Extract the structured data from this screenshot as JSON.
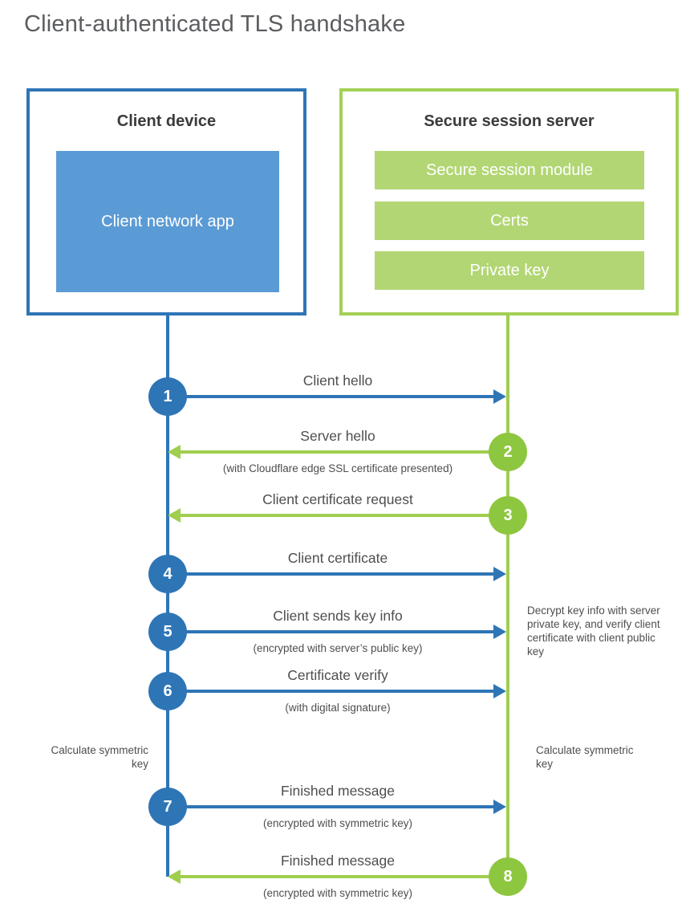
{
  "title": "Client-authenticated TLS handshake",
  "colors": {
    "blue_dark": "#2E75B6",
    "blue_light": "#5B9BD5",
    "green_circle": "#8DC63F",
    "green_line": "#A0CE4E",
    "green_fill": "#B2D674",
    "green_border": "#A3D155",
    "label_text": "#4D4E50",
    "heading_text": "#3B3B3D",
    "title_text": "#5B5D60"
  },
  "client_box": {
    "title": "Client device",
    "inner_label": "Client network app"
  },
  "server_box": {
    "title": "Secure session server",
    "modules": [
      "Secure session module",
      "Certs",
      "Private key"
    ]
  },
  "steps": [
    {
      "num": "1",
      "label": "Client hello",
      "sub": "",
      "direction": "client-to-server",
      "color": "blue"
    },
    {
      "num": "2",
      "label": "Server hello",
      "sub": "(with Cloudflare edge SSL certificate presented)",
      "direction": "server-to-client",
      "color": "green"
    },
    {
      "num": "3",
      "label": "Client certificate request",
      "sub": "",
      "direction": "server-to-client",
      "color": "green"
    },
    {
      "num": "4",
      "label": "Client certificate",
      "sub": "",
      "direction": "client-to-server",
      "color": "blue"
    },
    {
      "num": "5",
      "label": "Client sends key info",
      "sub": "(encrypted with server’s public key)",
      "direction": "client-to-server",
      "color": "blue"
    },
    {
      "num": "6",
      "label": "Certificate verify",
      "sub": "(with digital signature)",
      "direction": "client-to-server",
      "color": "blue"
    },
    {
      "num": "7",
      "label": "Finished message",
      "sub": "(encrypted with symmetric key)",
      "direction": "client-to-server",
      "color": "blue"
    },
    {
      "num": "8",
      "label": "Finished message",
      "sub": "(encrypted with symmetric key)",
      "direction": "server-to-client",
      "color": "green"
    }
  ],
  "annotations": {
    "decrypt_note": "Decrypt key info with server private key, and verify client certificate with client public key",
    "calc_left": "Calculate symmetric key",
    "calc_right": "Calculate symmetric key"
  }
}
